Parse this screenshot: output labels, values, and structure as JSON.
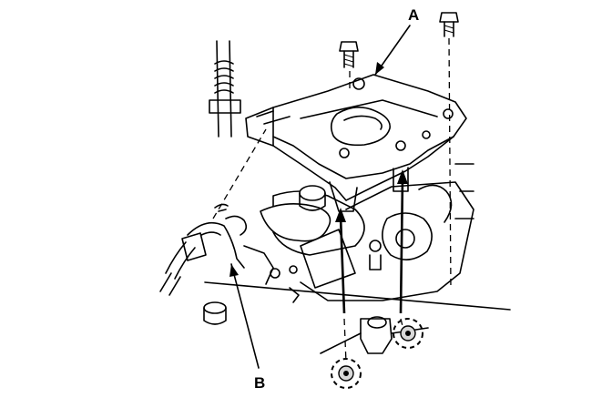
{
  "callouts": {
    "a": "A",
    "b": "B"
  },
  "parts": {
    "a": "mounting-bracket",
    "b": "wire-harness-connector"
  }
}
